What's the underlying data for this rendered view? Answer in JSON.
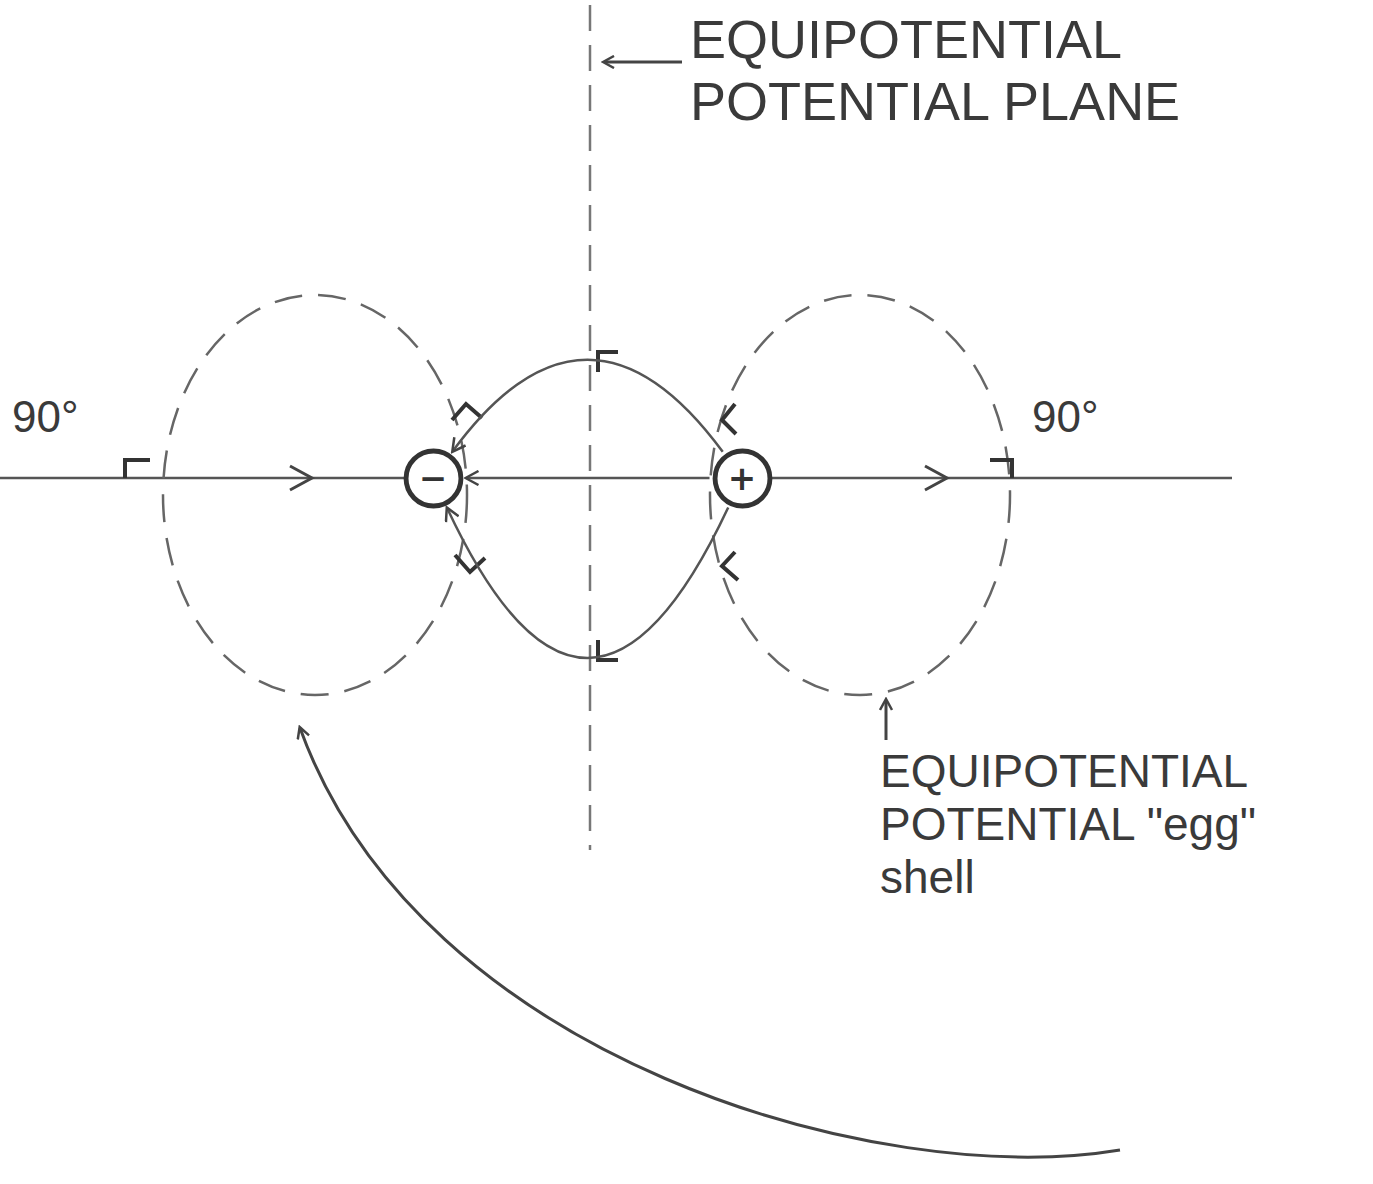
{
  "diagram": {
    "nodes": [
      {
        "text": [
          "−"
        ]
      },
      {
        "text": [
          "+"
        ]
      }
    ],
    "edges": [
      {
        "from": 1,
        "to": 0,
        "arrow": "to"
      },
      {
        "from": 1,
        "to": 0,
        "arrow": "to"
      },
      {
        "from": 1,
        "to": 0,
        "arrow": "to"
      }
    ],
    "labels": [
      "90°",
      "90°",
      "EQUIPOTENTIAL POTENTIAL PLANE",
      "EQUIPOTENTIAL POTENTIAL \"egg\" shell"
    ]
  }
}
